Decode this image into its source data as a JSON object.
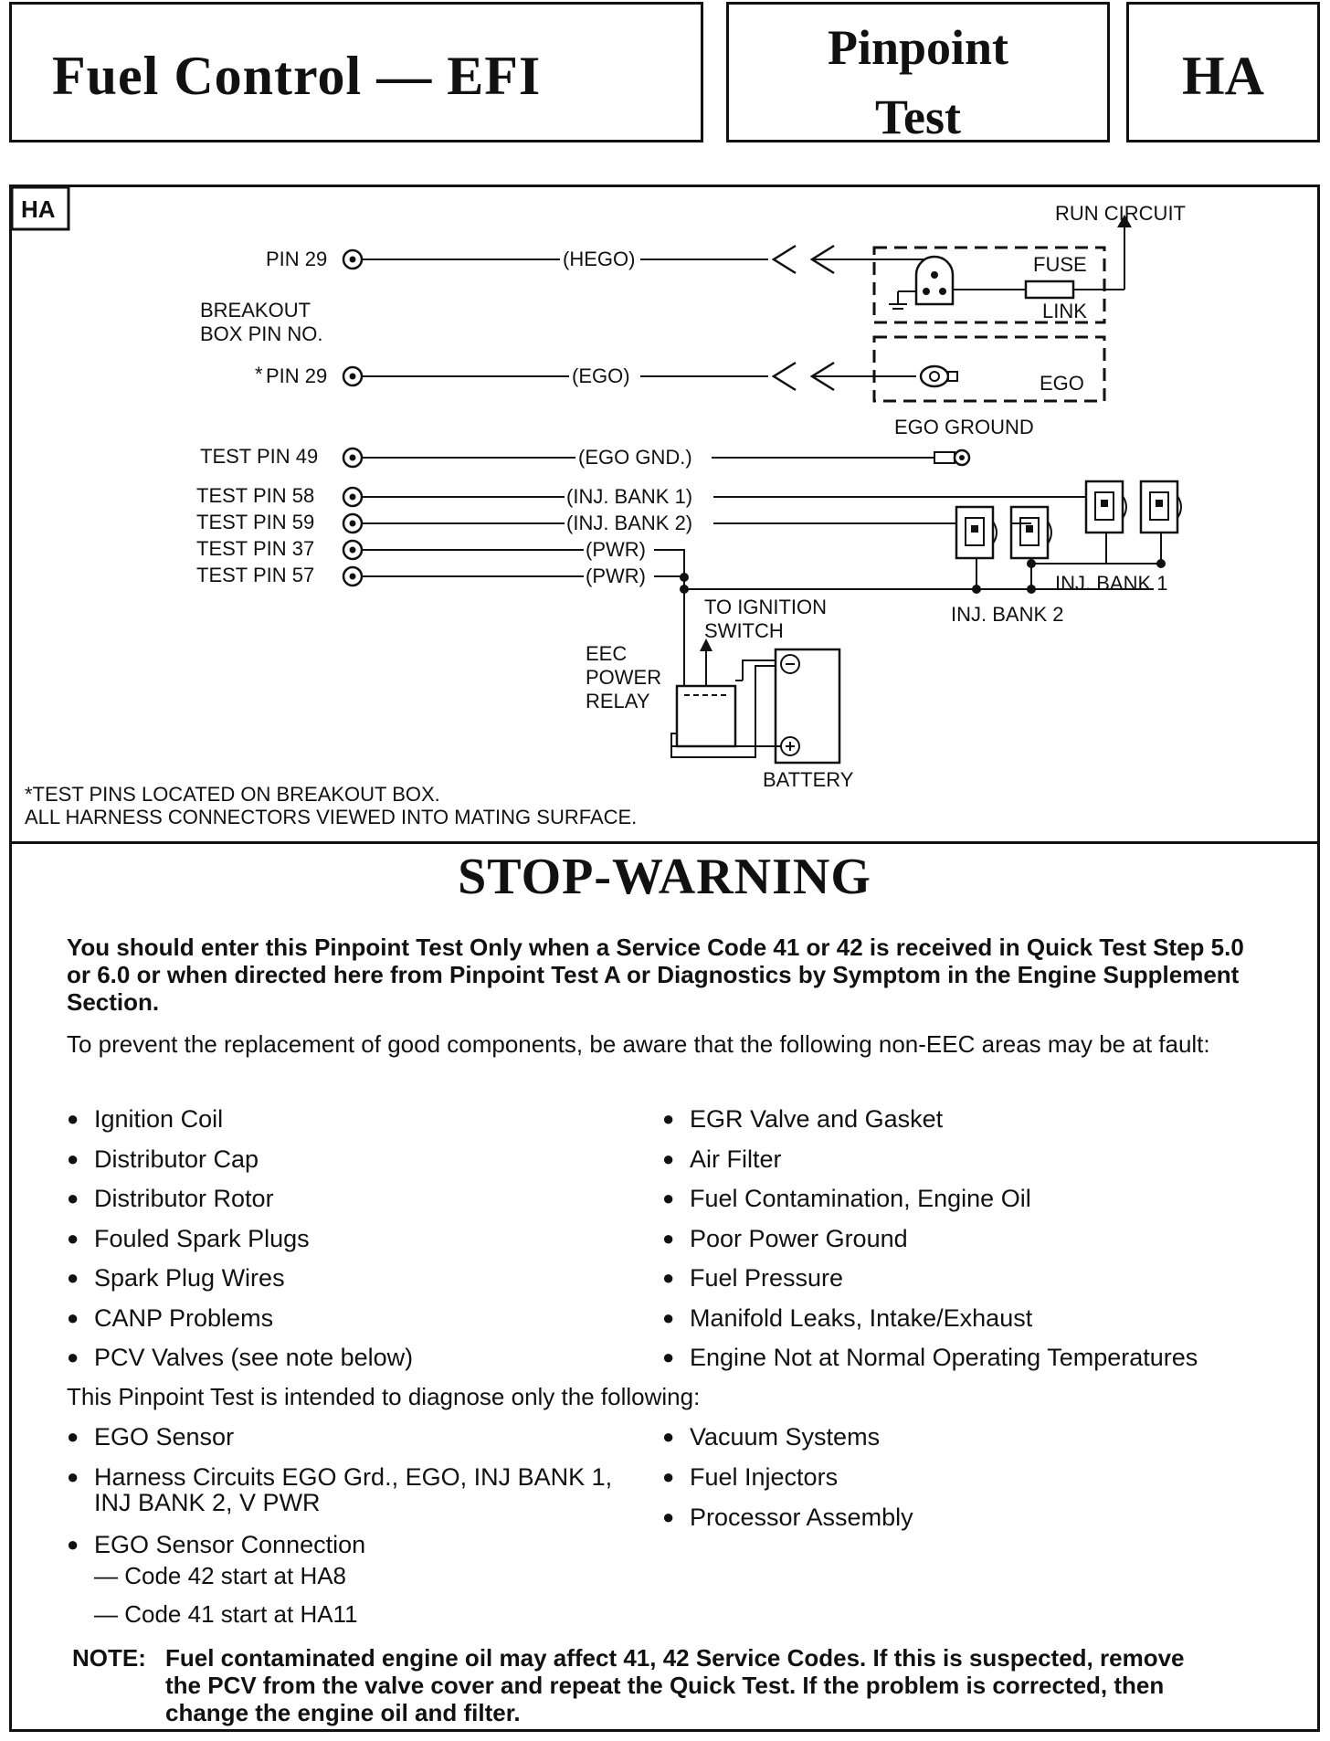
{
  "header": {
    "title": "Fuel Control — EFI",
    "test_line1": "Pinpoint",
    "test_line2": "Test",
    "code": "HA"
  },
  "diagram": {
    "corner_tag": "HA",
    "run_circuit": "RUN CIRCUIT",
    "fuse": "FUSE",
    "link": "LINK",
    "breakout_1": "BREAKOUT",
    "breakout_2": "BOX PIN NO.",
    "ego": "EGO",
    "ego_ground": "EGO GROUND",
    "inj_bank_1": "INJ. BANK 1",
    "inj_bank_2": "INJ. BANK 2",
    "to_ign_1": "TO IGNITION",
    "to_ign_2": "SWITCH",
    "eec_1": "EEC",
    "eec_2": "POWER",
    "eec_3": "RELAY",
    "battery": "BATTERY",
    "pins": [
      {
        "label": "PIN 29",
        "signal": "(HEGO)"
      },
      {
        "label": "PIN 29",
        "star": "*",
        "signal": "(EGO)"
      },
      {
        "label": "TEST PIN 49",
        "signal": "(EGO GND.)"
      },
      {
        "label": "TEST PIN 58",
        "signal": "(INJ. BANK 1)"
      },
      {
        "label": "TEST PIN 59",
        "signal": "(INJ. BANK 2)"
      },
      {
        "label": "TEST PIN 37",
        "signal": "(PWR)"
      },
      {
        "label": "TEST PIN 57",
        "signal": "(PWR)"
      }
    ],
    "footnote_1": "*TEST PINS LOCATED ON BREAKOUT BOX.",
    "footnote_2": "ALL HARNESS CONNECTORS VIEWED INTO MATING SURFACE."
  },
  "warning": {
    "title": "STOP-WARNING",
    "intro": "You should enter this Pinpoint Test Only when a Service Code 41 or 42 is received in Quick Test Step 5.0 or 6.0 or when directed here from Pinpoint Test A or Diagnostics by Symptom in the Engine Supplement Section.",
    "prevent": "To prevent the replacement of good components, be aware that the following non-EEC areas may be at fault:",
    "left_items": [
      "Ignition Coil",
      "Distributor Cap",
      "Distributor Rotor",
      "Fouled Spark Plugs",
      "Spark Plug Wires",
      "CANP Problems",
      "PCV Valves (see note below)"
    ],
    "right_items": [
      "EGR Valve and Gasket",
      "Air Filter",
      "Fuel Contamination, Engine Oil",
      "Poor Power Ground",
      "Fuel Pressure",
      "Manifold Leaks, Intake/Exhaust",
      "Engine Not at Normal Operating Temperatures"
    ],
    "intended": "This Pinpoint Test is intended to diagnose only the following:",
    "diag_left_1": "EGO Sensor",
    "diag_left_2a": "Harness Circuits EGO Grd., EGO, INJ BANK 1,",
    "diag_left_2b": "INJ BANK 2, V PWR",
    "diag_left_3": "EGO Sensor Connection",
    "code42": "— Code 42 start at HA8",
    "code41": "— Code 41 start at HA11",
    "diag_right": [
      "Vacuum Systems",
      "Fuel Injectors",
      "Processor Assembly"
    ],
    "note_label": "NOTE:",
    "note_text": "Fuel contaminated engine oil may affect 41, 42 Service Codes. If this is suspected, remove the PCV from the valve cover and repeat the Quick Test. If the problem is corrected, then change the engine oil and filter."
  }
}
